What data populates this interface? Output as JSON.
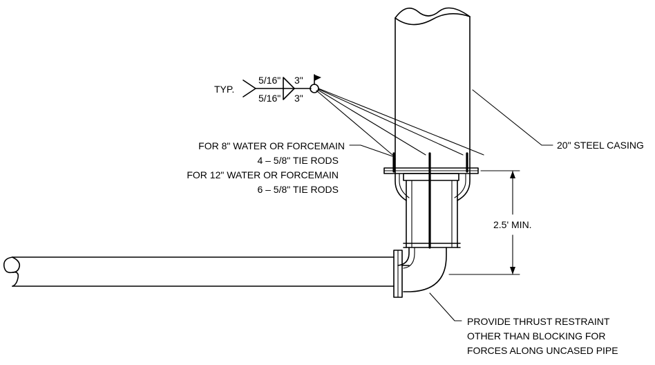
{
  "weld_symbol": {
    "typ": "TYP.",
    "upper_size": "5/16\"",
    "lower_size": "5/16\"",
    "upper_length": "3\"",
    "lower_length": "3\""
  },
  "labels": {
    "tie_rods_8_line1": "FOR 8\" WATER OR FORCEMAIN",
    "tie_rods_8_line2": "4 – 5/8\" TIE RODS",
    "tie_rods_12_line1": "FOR 12\" WATER OR FORCEMAIN",
    "tie_rods_12_line2": "6 – 5/8\" TIE RODS",
    "casing": "20\" STEEL CASING",
    "dimension": "2.5' MIN.",
    "thrust_line1": "PROVIDE THRUST RESTRAINT",
    "thrust_line2": "OTHER THAN BLOCKING FOR",
    "thrust_line3": "FORCES ALONG UNCASED PIPE"
  },
  "colors": {
    "line": "#000000",
    "background": "#ffffff"
  }
}
